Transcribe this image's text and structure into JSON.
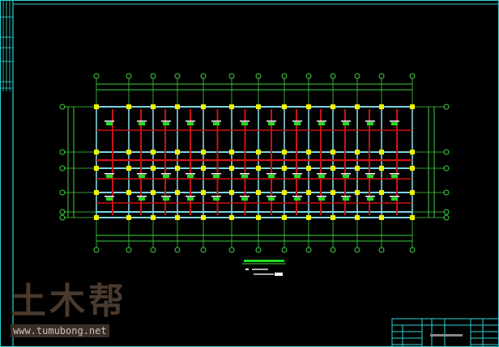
{
  "watermark": {
    "logo": "土木帮",
    "url": "www.tumubong.net"
  },
  "colors": {
    "frame": "#2fd3d3",
    "axis": "#3fcf3f",
    "beam": "#c81414",
    "wall": "#7fd6e0",
    "column": "#f0f000",
    "label": "#22dd22"
  },
  "plan": {
    "columns": [
      118,
      158,
      188,
      218,
      250,
      285,
      318,
      350,
      380,
      410,
      440,
      470,
      508
    ],
    "rows": [
      131,
      187,
      207,
      237,
      261,
      268
    ]
  }
}
